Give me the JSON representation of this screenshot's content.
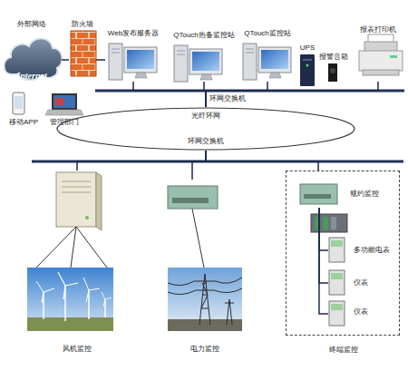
{
  "diagram": {
    "nodes": [
      {
        "text": [
          "外部网络",
          "Internet"
        ]
      },
      {
        "text": [
          "防火墙"
        ]
      },
      {
        "text": [
          "Web发布服务器"
        ]
      },
      {
        "text": [
          "QTouch热备监控站"
        ]
      },
      {
        "text": [
          "QTouch监控站"
        ]
      },
      {
        "text": [
          "UPS"
        ]
      },
      {
        "text": [
          "报警音箱"
        ]
      },
      {
        "text": [
          "报表打印机"
        ]
      },
      {
        "text": [
          "移动APP"
        ]
      },
      {
        "text": [
          "管理部门"
        ]
      },
      {
        "text": [
          "光纤环网"
        ]
      },
      {
        "text": [
          "风机监控"
        ]
      },
      {
        "text": [
          "电力监控"
        ]
      },
      {
        "text": [
          "终端监控"
        ]
      },
      {
        "text": [
          "规约监控"
        ],
        "in": 13
      },
      {
        "text": [
          "多功能电表"
        ],
        "in": 13
      },
      {
        "text": [
          "仪表"
        ],
        "in": 13
      },
      {
        "text": [
          "仪表"
        ],
        "in": 13
      }
    ],
    "edges": [
      {
        "from": 0,
        "to": 1,
        "arrow": "none"
      },
      {
        "from": 1,
        "to": 2,
        "arrow": "none"
      },
      {
        "from": 2,
        "to": 10,
        "arrow": "none"
      },
      {
        "from": 3,
        "to": 10,
        "arrow": "none"
      },
      {
        "from": 4,
        "to": 10,
        "arrow": "none"
      },
      {
        "from": 7,
        "to": 10,
        "arrow": "none"
      },
      {
        "from": 10,
        "to": 11,
        "arrow": "none"
      },
      {
        "from": 10,
        "to": 12,
        "arrow": "none"
      },
      {
        "from": 10,
        "to": 13,
        "arrow": "none"
      },
      {
        "from": 14,
        "to": 15,
        "arrow": "none"
      },
      {
        "from": 14,
        "to": 16,
        "arrow": "none"
      },
      {
        "from": 14,
        "to": 17,
        "arrow": "none"
      }
    ],
    "labels": [
      "环网交换机",
      "环网交换机"
    ]
  }
}
